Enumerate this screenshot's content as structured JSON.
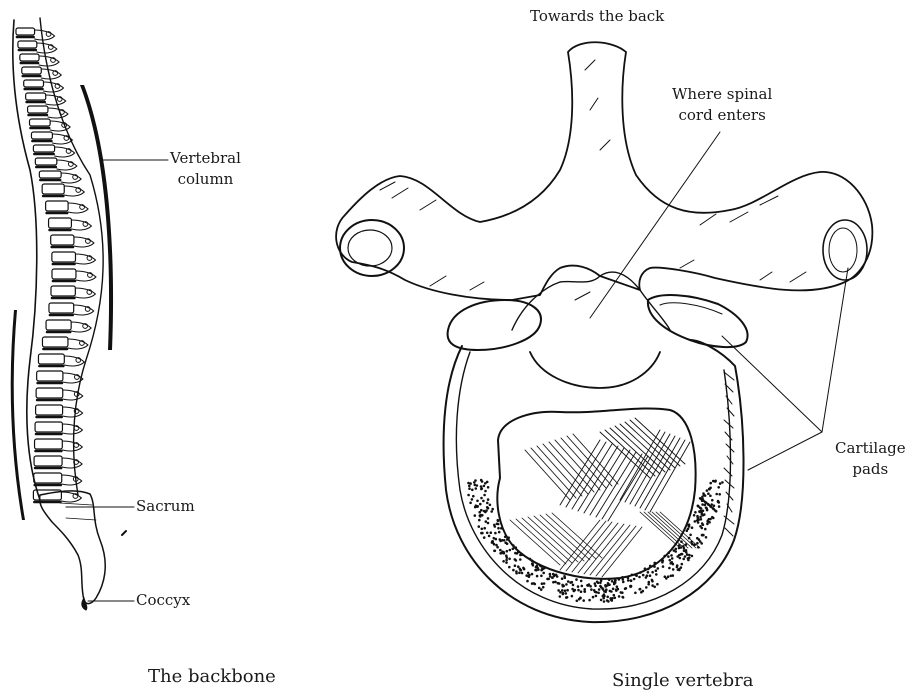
{
  "labels": {
    "vertebral_column_line1": "Vertebral",
    "vertebral_column_line2": "column",
    "sacrum": "Sacrum",
    "coccyx": "Coccyx",
    "towards_back": "Towards the back",
    "spinal_cord_line1": "Where spinal",
    "spinal_cord_line2": "cord enters",
    "cartilage_line1": "Cartilage",
    "cartilage_line2": "pads"
  },
  "captions": {
    "backbone": "The backbone",
    "vertebra": "Single vertebra"
  }
}
